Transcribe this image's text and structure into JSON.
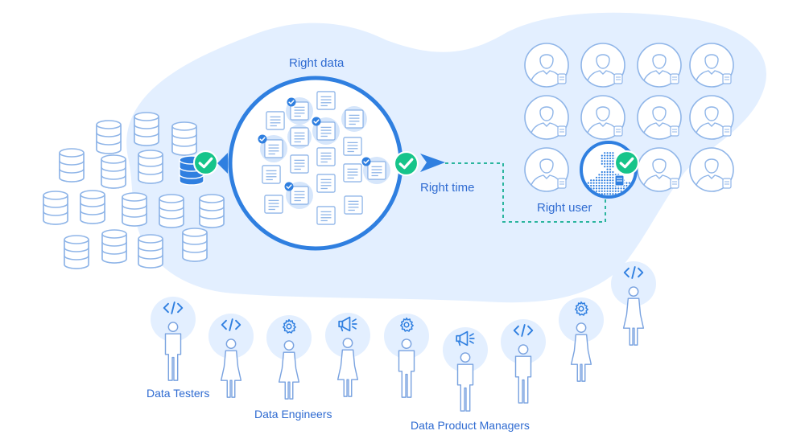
{
  "labels": {
    "right_data": "Right data",
    "right_time": "Right time",
    "right_user": "Right user"
  },
  "roles": {
    "data_testers": "Data Testers",
    "data_engineers": "Data Engineers",
    "data_product_managers": "Data Product Managers"
  },
  "people": [
    {
      "icon": "code-icon",
      "figure": "male"
    },
    {
      "icon": "code-icon",
      "figure": "female"
    },
    {
      "icon": "gear-icon",
      "figure": "female"
    },
    {
      "icon": "megaphone-icon",
      "figure": "female"
    },
    {
      "icon": "gear-icon",
      "figure": "male"
    },
    {
      "icon": "megaphone-icon",
      "figure": "male"
    },
    {
      "icon": "code-icon",
      "figure": "male"
    },
    {
      "icon": "gear-icon",
      "figure": "female"
    },
    {
      "icon": "code-icon",
      "figure": "female"
    }
  ],
  "colors": {
    "blob": "#e3efff",
    "accent": "#2f7fe0",
    "stroke": "#76a6e6",
    "check": "#16c48a",
    "text": "#2f6bd1",
    "connector": "#2bb59e"
  }
}
